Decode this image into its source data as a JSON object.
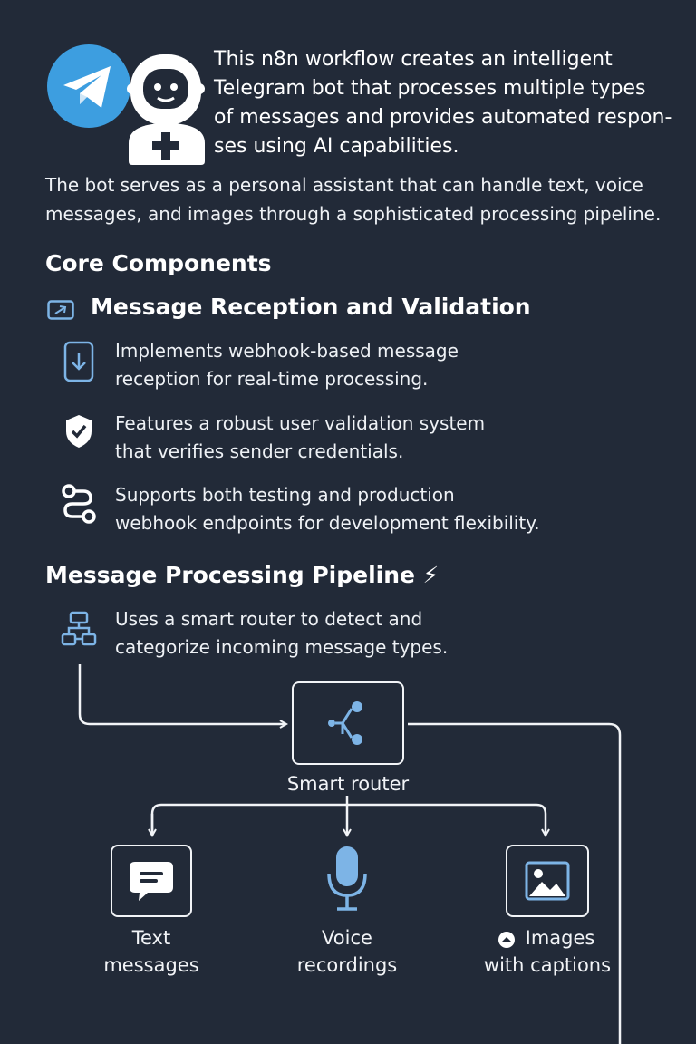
{
  "intro": {
    "line1": "This n8n workflow creates an intelligent",
    "line2": "Telegram bot that processes multiple types",
    "line3": "of messages and provides automated respon-",
    "line4": "ses using AI capabilities."
  },
  "summary": {
    "line1": "The bot serves as a personal assistant that can handle text, voice",
    "line2": "messages, and images through a sophisticated processing pipeline."
  },
  "core_heading": "Core Components",
  "reception": {
    "heading": "Message Reception and Validation",
    "items": [
      {
        "line1": "Implements webhook-based message",
        "line2": "reception for real-time processing.",
        "icon": "mobile-download-icon"
      },
      {
        "line1": "Features a robust user validation system",
        "line2": "that verifies sender credentials.",
        "icon": "shield-check-icon"
      },
      {
        "line1": "Supports both testing and production",
        "line2": "webhook endpoints for development flexibility.",
        "icon": "route-icon"
      }
    ]
  },
  "pipeline": {
    "heading": "Message Processing Pipeline ⚡",
    "router_item": {
      "line1": "Uses a smart router to detect and",
      "line2": "categorize incoming message types.",
      "icon": "sitemap-icon"
    }
  },
  "diagram": {
    "router_label": "Smart router",
    "nodes": [
      {
        "line1": "Text",
        "line2": "messages",
        "icon": "chat-bubble-icon"
      },
      {
        "line1": "Voice",
        "line2": "recordings",
        "icon": "microphone-icon"
      },
      {
        "line1": "Images",
        "line2": "with captions",
        "icon": "image-icon"
      }
    ]
  },
  "colors": {
    "background": "#222a38",
    "telegram_blue": "#3d9ee0",
    "accent_blue": "#7db4e6",
    "bolt_yellow": "#ffd21f"
  }
}
